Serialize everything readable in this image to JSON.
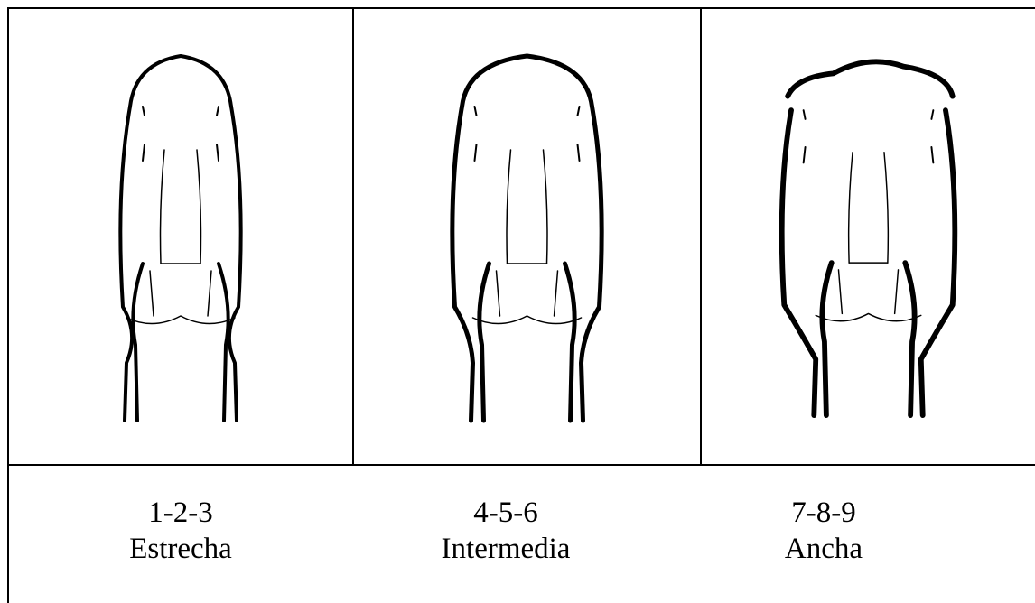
{
  "panels": [
    {
      "score": "1-2-3",
      "label": "Estrecha",
      "width_level": 0
    },
    {
      "score": "4-5-6",
      "label": "Intermedia",
      "width_level": 1
    },
    {
      "score": "7-8-9",
      "label": "Ancha",
      "width_level": 2
    }
  ],
  "colors": {
    "line": "#000000",
    "background": "#ffffff"
  }
}
